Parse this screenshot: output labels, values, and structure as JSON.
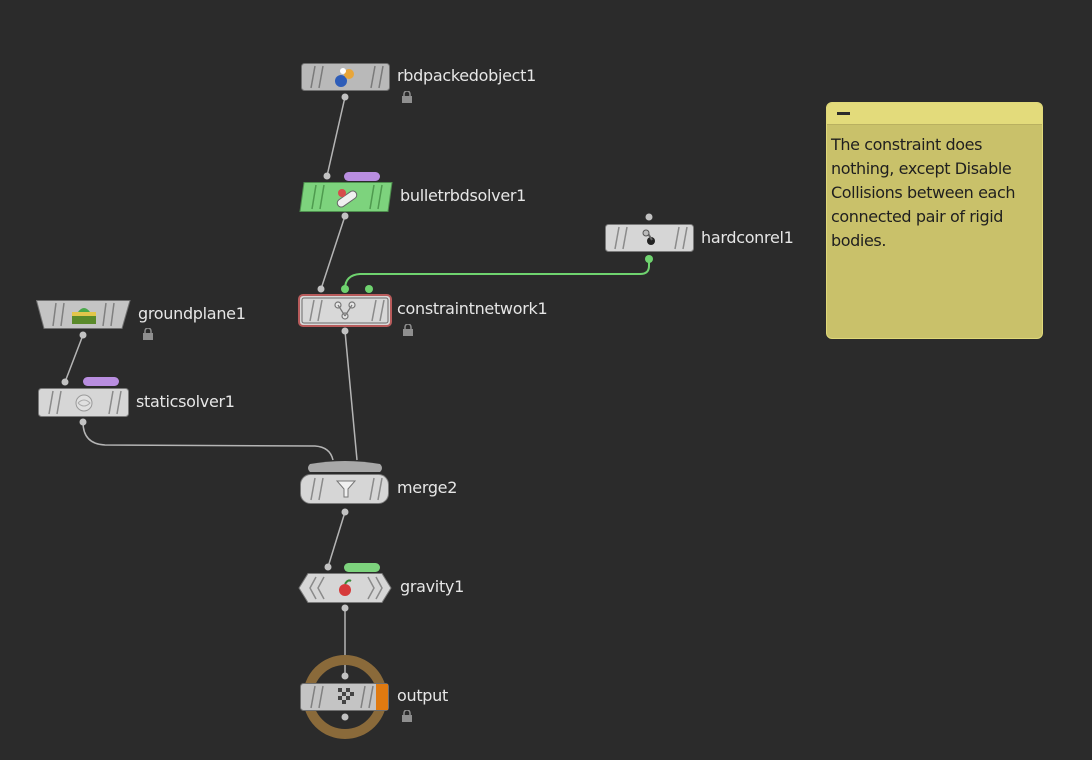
{
  "nodes": {
    "rbdpackedobject": {
      "label": "rbdpackedobject1"
    },
    "bulletrbdsolver": {
      "label": "bulletrbdsolver1"
    },
    "hardconrel": {
      "label": "hardconrel1"
    },
    "constraintnetwork": {
      "label": "constraintnetwork1"
    },
    "groundplane": {
      "label": "groundplane1"
    },
    "staticsolver": {
      "label": "staticsolver1"
    },
    "merge": {
      "label": "merge2"
    },
    "gravity": {
      "label": "gravity1"
    },
    "output": {
      "label": "output"
    }
  },
  "sticky_note": {
    "text": "The constraint does nothing, except Disable Collisions between each connected pair of rigid bodies."
  },
  "colors": {
    "background": "#2b2b2b",
    "node_gray": "#c9c9c9",
    "solver_green": "#7dd37d",
    "flag_purple": "#b98ee0",
    "flag_green": "#7dd37d",
    "note_yellow": "#c9c16a",
    "output_ring": "#8a6a3a",
    "output_flag": "#e07a10"
  }
}
